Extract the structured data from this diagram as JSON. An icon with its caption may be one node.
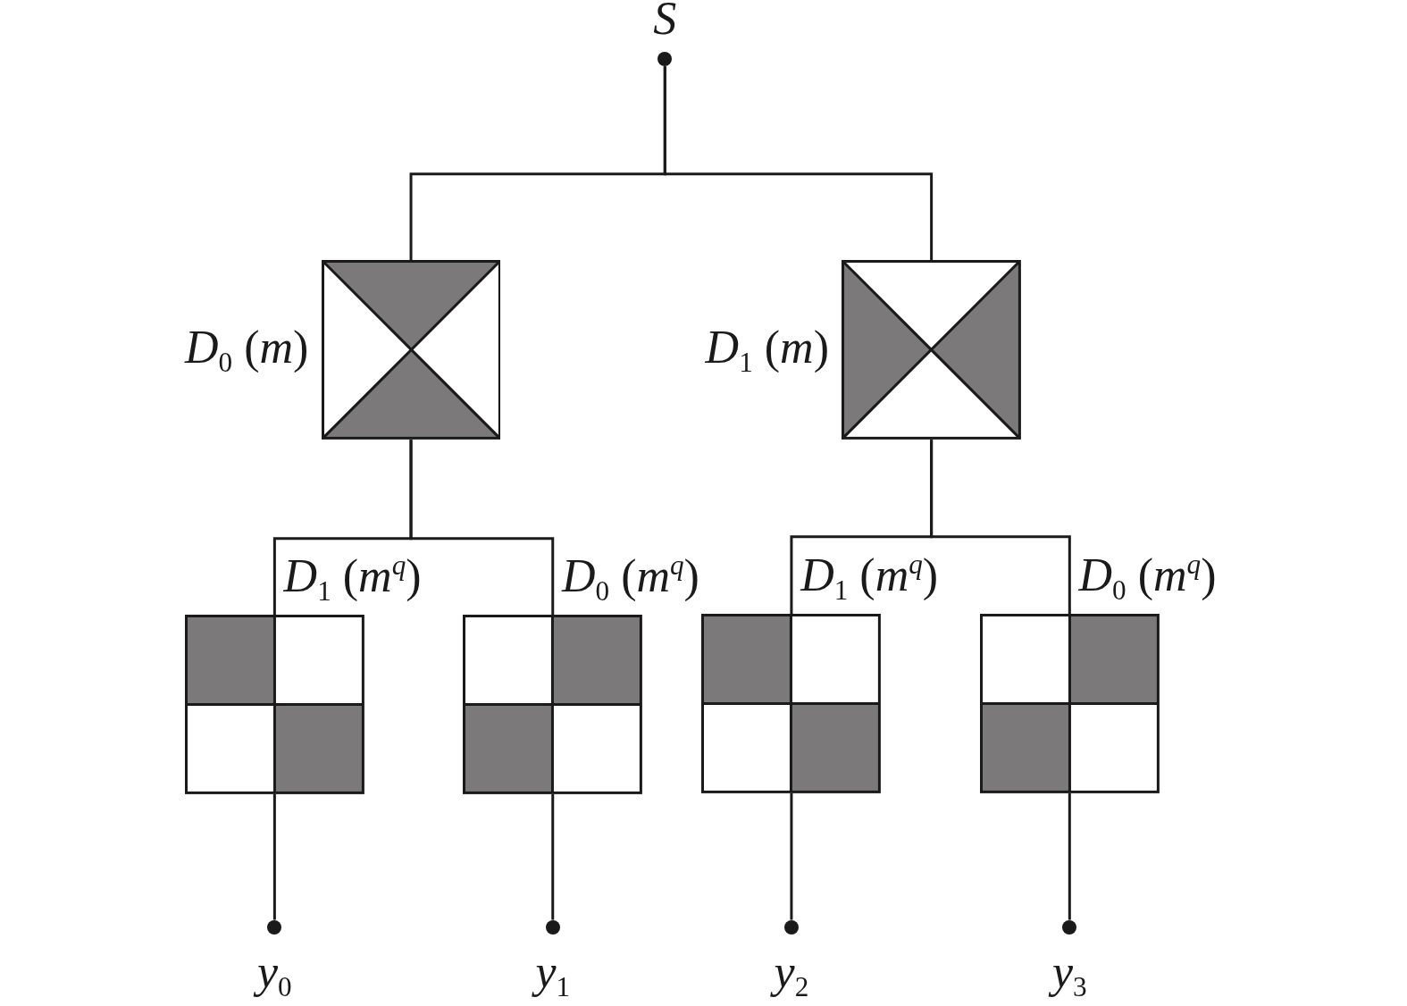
{
  "diagram": {
    "nodes": [
      {
        "text": [],
        "shape": "circle",
        "beside": [
          "S"
        ]
      },
      {
        "text": [],
        "shape": "box",
        "beside": [
          "*D*$_{0}$ (*m*)"
        ]
      },
      {
        "text": [],
        "shape": "box",
        "beside": [
          "*D*$_{1}$ (*m*)"
        ]
      },
      {
        "text": [],
        "shape": "box",
        "beside": [
          "*D*$_{1}$ (*m*$^{q}$)"
        ]
      },
      {
        "text": [],
        "shape": "box",
        "beside": [
          "*D*$_{0}$ (*m*$^{q}$)"
        ]
      },
      {
        "text": [],
        "shape": "box",
        "beside": [
          "*D*$_{1}$ (*m*$^{q}$)"
        ]
      },
      {
        "text": [],
        "shape": "box",
        "beside": [
          "*D*$_{0}$ (*m*$^{q}$)"
        ]
      },
      {
        "text": [],
        "shape": "circle",
        "beside": [
          "*y*$_{0}$"
        ]
      },
      {
        "text": [],
        "shape": "circle",
        "beside": [
          "*y*$_{1}$"
        ]
      },
      {
        "text": [],
        "shape": "circle",
        "beside": [
          "*y*$_{2}$"
        ]
      },
      {
        "text": [],
        "shape": "circle",
        "beside": [
          "*y*$_{3}$"
        ]
      }
    ],
    "edges": [
      {
        "from": 0,
        "to": 1,
        "arrow": "none"
      },
      {
        "from": 0,
        "to": 2,
        "arrow": "none"
      },
      {
        "from": 1,
        "to": 3,
        "arrow": "none"
      },
      {
        "from": 1,
        "to": 4,
        "arrow": "none"
      },
      {
        "from": 2,
        "to": 5,
        "arrow": "none"
      },
      {
        "from": 2,
        "to": 6,
        "arrow": "none"
      },
      {
        "from": 3,
        "to": 7,
        "arrow": "none"
      },
      {
        "from": 4,
        "to": 8,
        "arrow": "none"
      },
      {
        "from": 5,
        "to": 9,
        "arrow": "none"
      },
      {
        "from": 6,
        "to": 10,
        "arrow": "none"
      }
    ]
  }
}
